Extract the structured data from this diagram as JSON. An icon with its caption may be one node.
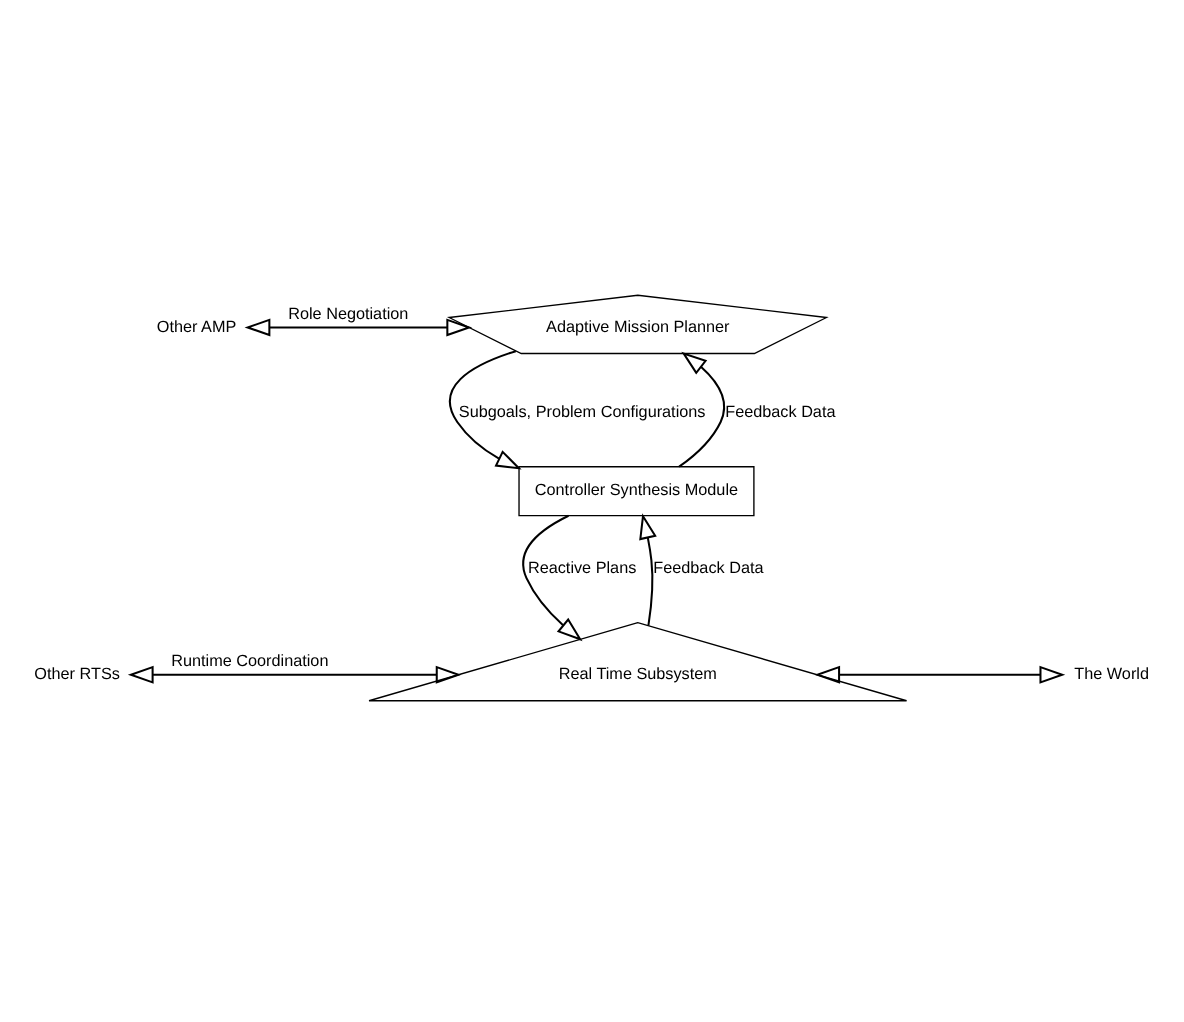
{
  "diagram": {
    "nodes": [
      {
        "text": [
          "Adaptive Mission Planner"
        ]
      },
      {
        "text": [
          "Controller Synthesis Module"
        ]
      },
      {
        "text": [
          "Real Time Subsystem"
        ]
      },
      {
        "text": [
          "Other AMP"
        ]
      },
      {
        "text": [
          "Other RTSs"
        ]
      },
      {
        "text": [
          "The World"
        ]
      }
    ],
    "edges": [
      {
        "from": 3,
        "to": 0,
        "arrow": "both",
        "label": "Role Negotiation"
      },
      {
        "from": 0,
        "to": 1,
        "arrow": "to",
        "label": "Subgoals, Problem Configurations"
      },
      {
        "from": 1,
        "to": 0,
        "arrow": "to",
        "label": "Feedback Data"
      },
      {
        "from": 1,
        "to": 2,
        "arrow": "to",
        "label": "Reactive Plans"
      },
      {
        "from": 2,
        "to": 1,
        "arrow": "to",
        "label": "Feedback Data"
      },
      {
        "from": 4,
        "to": 2,
        "arrow": "both",
        "label": "Runtime Coordination"
      },
      {
        "from": 2,
        "to": 5,
        "arrow": "both"
      }
    ]
  }
}
